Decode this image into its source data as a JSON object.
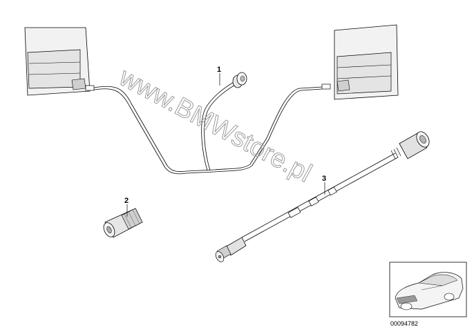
{
  "callouts": [
    {
      "label": "1"
    },
    {
      "label": "2"
    },
    {
      "label": "3"
    }
  ],
  "watermark": "www.BMWstore.pl",
  "reference_number": "00094782",
  "colors": {
    "line": "#000000",
    "panel": "#f2f2f2",
    "panel_dark": "#dcdcdc",
    "watermark": "#9a9a9a"
  }
}
